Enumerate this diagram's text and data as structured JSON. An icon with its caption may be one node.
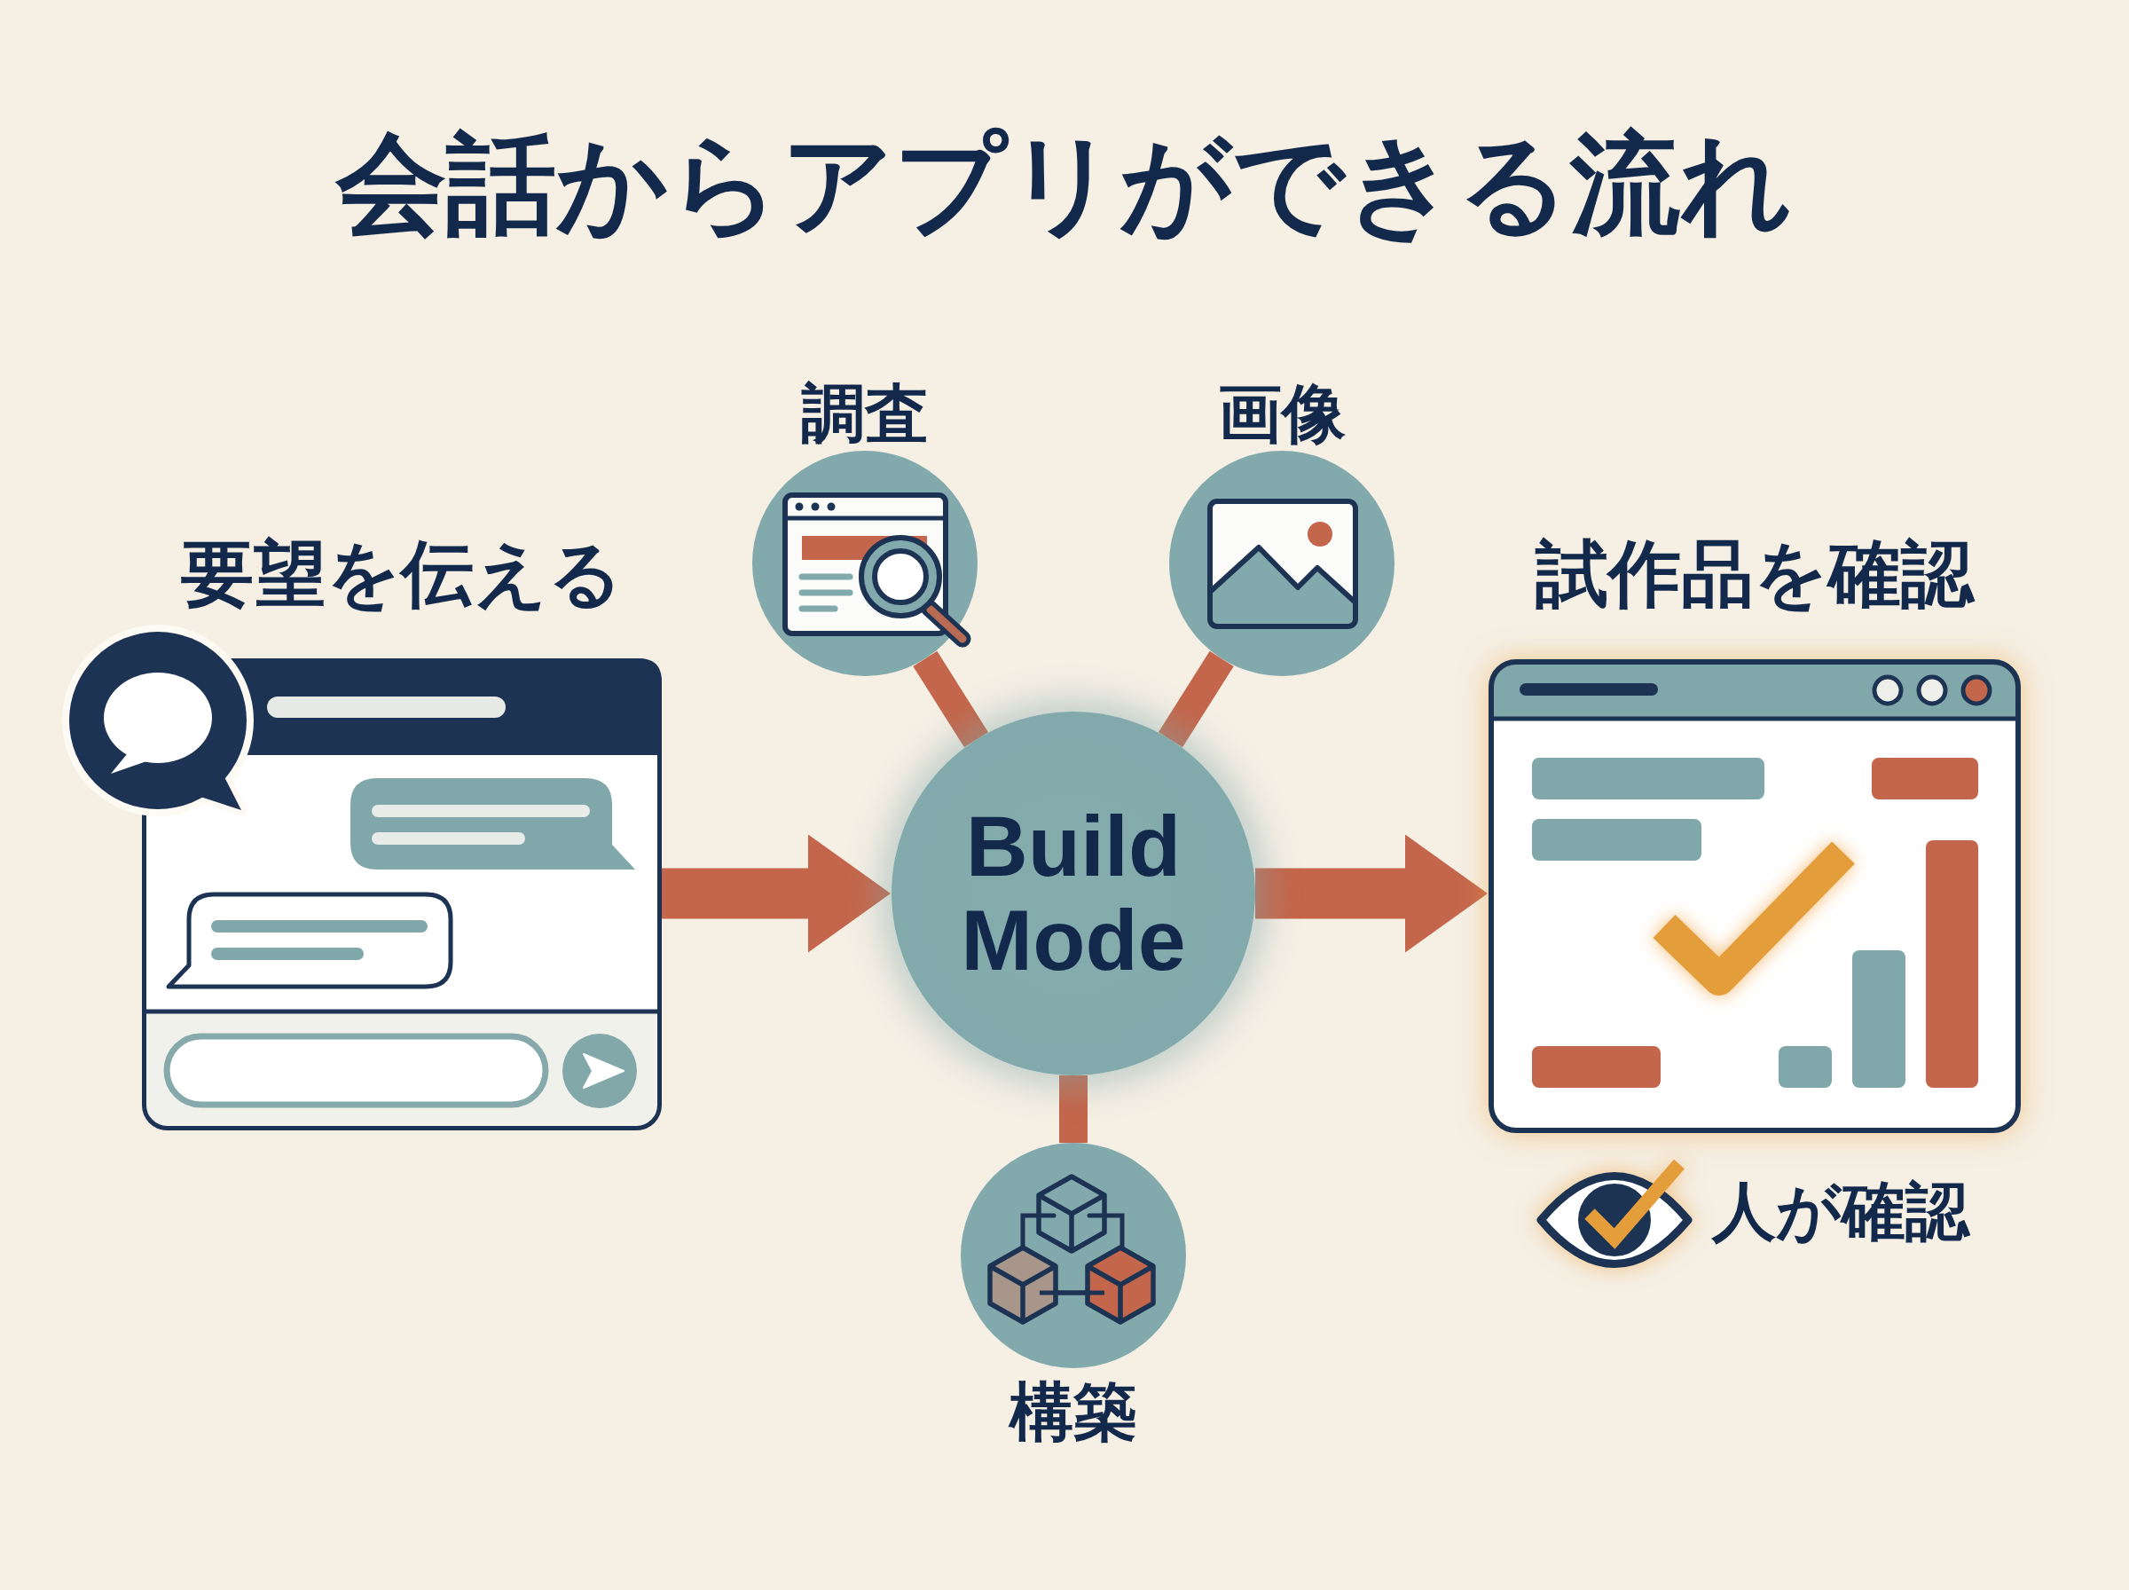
{
  "diagram": {
    "title": "会話からアプリができる流れ",
    "nodes": [
      {
        "text": [
          "調査"
        ]
      },
      {
        "text": [
          "画像"
        ]
      },
      {
        "text": [
          "要望を伝える"
        ]
      },
      {
        "text": [
          "Build Mode"
        ]
      },
      {
        "text": [
          "試作品を確認"
        ],
        "beside": [
          "人が確認"
        ]
      },
      {
        "text": [
          "構築"
        ]
      }
    ],
    "edges": [
      {
        "from": 2,
        "to": 3,
        "arrow": "to"
      },
      {
        "from": 3,
        "to": 4,
        "arrow": "to"
      },
      {
        "from": 3,
        "to": 0,
        "arrow": "none"
      },
      {
        "from": 3,
        "to": 1,
        "arrow": "none"
      },
      {
        "from": 3,
        "to": 5,
        "arrow": "none"
      }
    ]
  }
}
